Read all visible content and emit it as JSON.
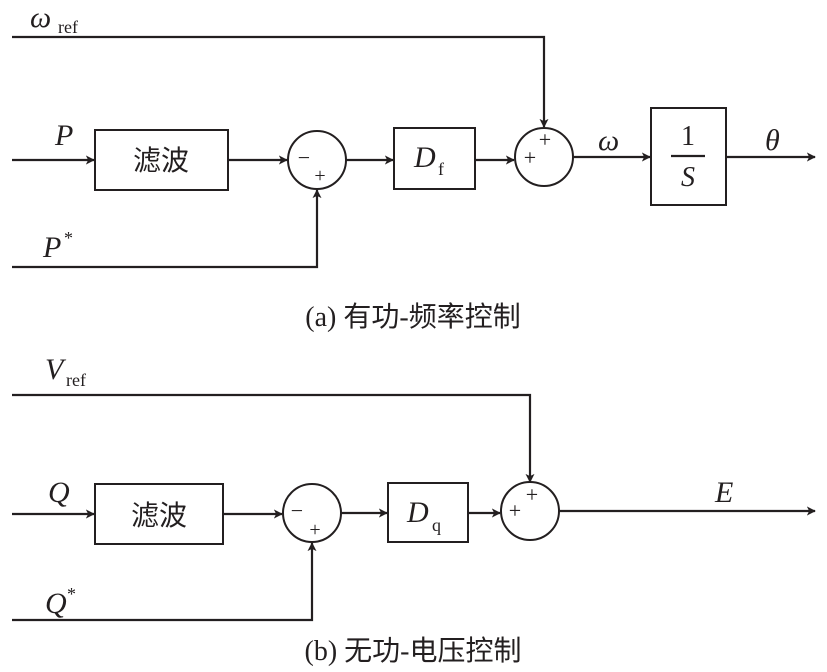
{
  "part_a": {
    "omega_ref": {
      "main": "ω",
      "sub": "ref"
    },
    "P": "P",
    "P_star": {
      "main": "P",
      "sup": "*"
    },
    "filter": "滤波",
    "sum1_signs": {
      "minus": "−",
      "plus": "+"
    },
    "Df": {
      "main": "D",
      "sub": "f"
    },
    "sum2_signs": {
      "plus_top": "+",
      "plus_left": "+"
    },
    "omega": "ω",
    "integrator": {
      "num": "1",
      "den": "S"
    },
    "theta": "θ",
    "caption": "(a) 有功-频率控制"
  },
  "part_b": {
    "V_ref": {
      "main": "V",
      "sub": "ref"
    },
    "Q": "Q",
    "Q_star": {
      "main": "Q",
      "sup": "*"
    },
    "filter": "滤波",
    "sum1_signs": {
      "minus": "−",
      "plus": "+"
    },
    "Dq": {
      "main": "D",
      "sub": "q"
    },
    "sum2_signs": {
      "plus_top": "+",
      "plus_left": "+"
    },
    "E": "E",
    "caption": "(b) 无功-电压控制"
  }
}
